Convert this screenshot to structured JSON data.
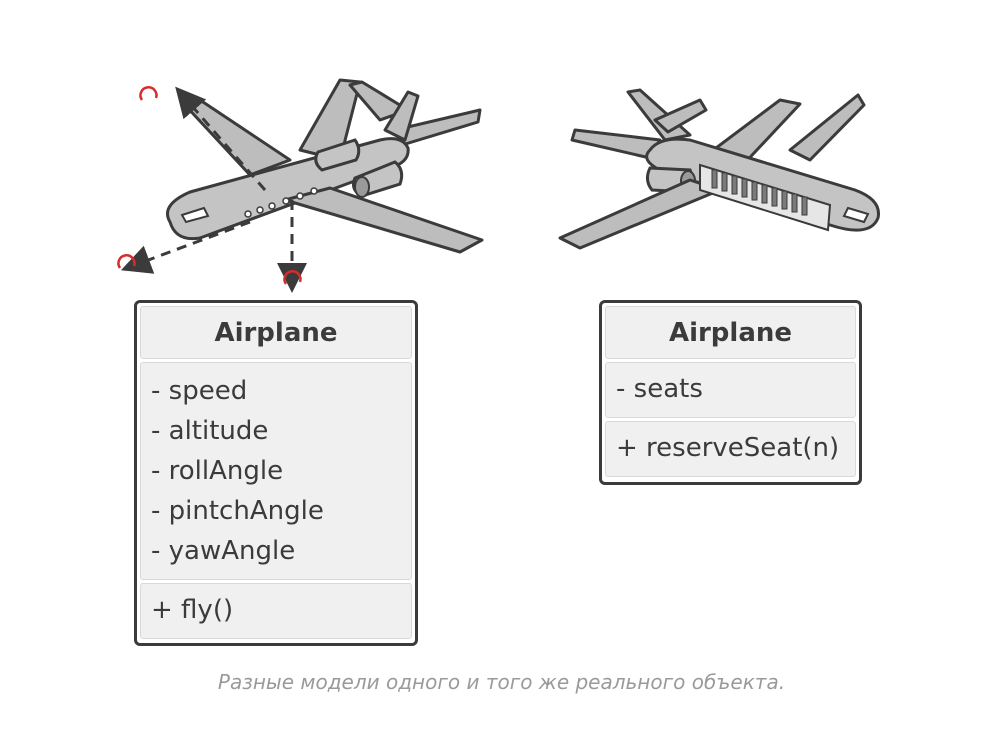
{
  "left_class": {
    "name": "Airplane",
    "attributes": [
      "- speed",
      "- altitude",
      "- rollAngle",
      "- pintchAngle",
      "- yawAngle"
    ],
    "methods": [
      "+ fly()"
    ]
  },
  "right_class": {
    "name": "Airplane",
    "attributes": [
      "- seats"
    ],
    "methods": [
      "+ reserveSeat(n)"
    ]
  },
  "caption": "Разные модели одного и того же реального объекта.",
  "icons": [
    "airplane-flight-axes-icon",
    "airplane-cabin-seats-icon",
    "rotation-arrow-icon"
  ],
  "colors": {
    "body": "#c4c4c4",
    "outline": "#3b3b3b",
    "axis": "#3b3b3b",
    "rotation": "#d92b2b",
    "caption": "#9a9a9a"
  }
}
